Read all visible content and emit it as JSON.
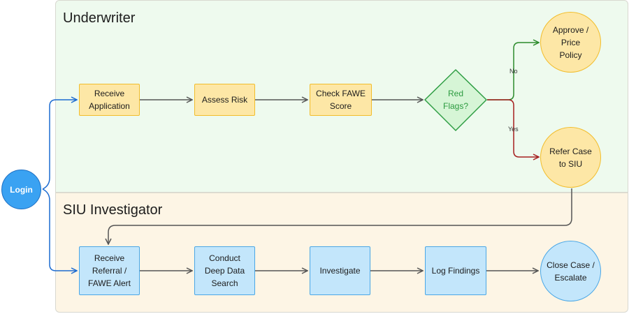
{
  "lanes": {
    "underwriter": "Underwriter",
    "siu": "SIU Investigator"
  },
  "nodes": {
    "login": "Login",
    "receive_application": [
      "Receive",
      "Application"
    ],
    "assess_risk": "Assess Risk",
    "check_fawe": [
      "Check FAWE",
      "Score"
    ],
    "red_flags": [
      "Red",
      "Flags?"
    ],
    "approve": [
      "Approve /",
      "Price",
      "Policy"
    ],
    "refer_case": [
      "Refer Case",
      "to SIU"
    ],
    "receive_referral": [
      "Receive",
      "Referral /",
      "FAWE Alert"
    ],
    "deep_search": [
      "Conduct",
      "Deep Data",
      "Search"
    ],
    "investigate": "Investigate",
    "log_findings": "Log Findings",
    "close_case": [
      "Close Case /",
      "Escalate"
    ]
  },
  "edge_labels": {
    "no": "No",
    "yes": "Yes"
  },
  "colors": {
    "underwriter_lane": "#eefaee",
    "siu_lane": "#fdf5e5",
    "task_yellow_fill": "#fde7a6",
    "task_yellow_border": "#f2bd2b",
    "task_blue_fill": "#c3e6fb",
    "task_blue_border": "#4aa7e6",
    "decision_fill": "#d6f5d6",
    "decision_border": "#2f9e44",
    "login_fill": "#3aa2f2",
    "edge_default": "#555555",
    "edge_login": "#1c6bd0",
    "edge_no": "#2b8a2b",
    "edge_yes": "#a51e1e"
  }
}
